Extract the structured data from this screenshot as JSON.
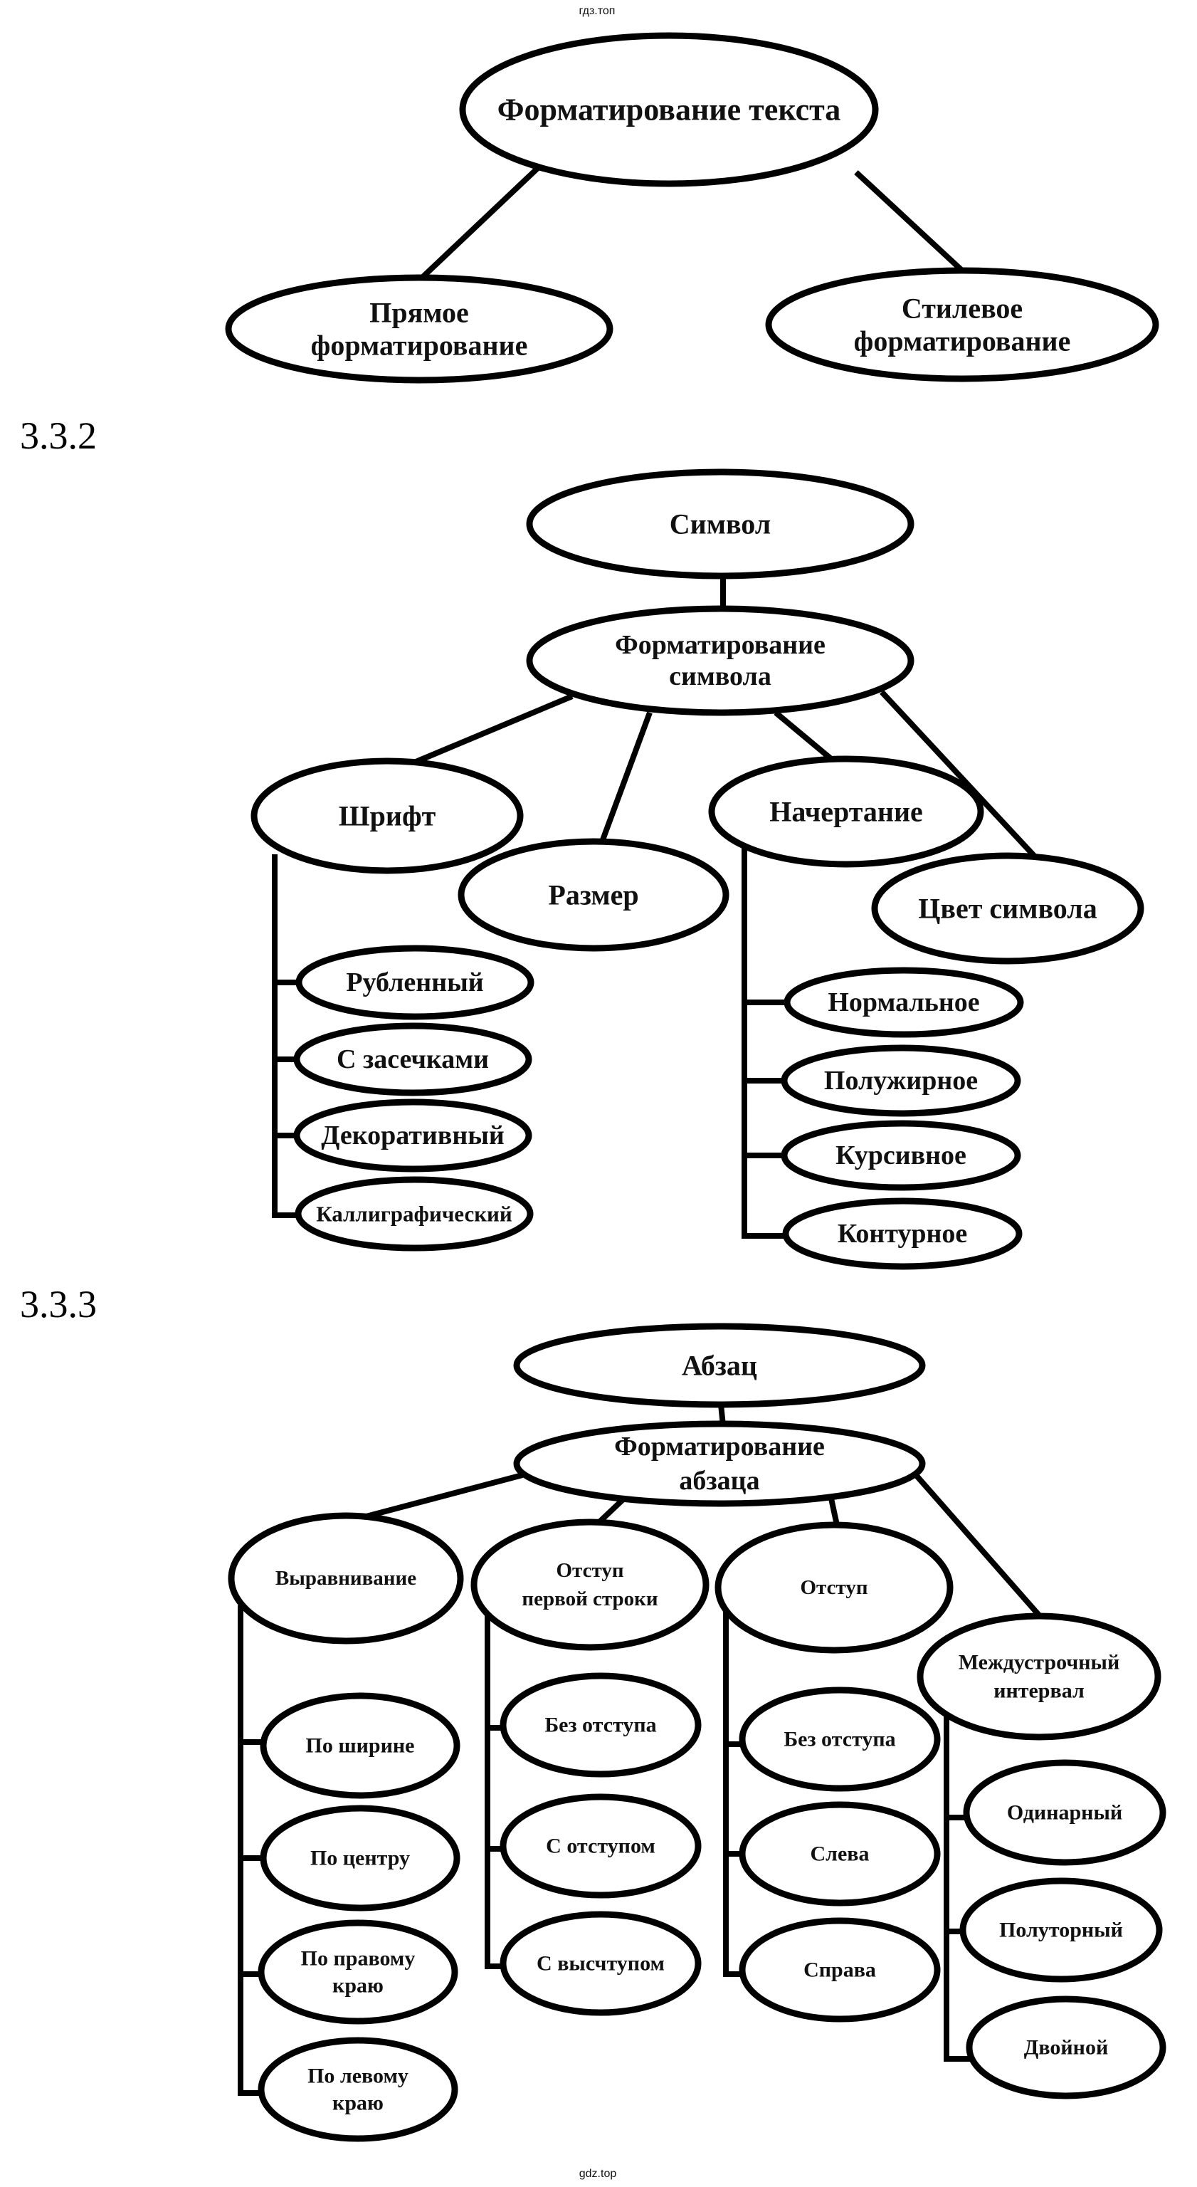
{
  "watermarks": {
    "top": "гдз.топ",
    "bottom": "gdz.top"
  },
  "colors": {
    "stroke": "#000000",
    "background": "#ffffff",
    "text": "#111111"
  },
  "sections": [
    {
      "id": "3.3.1",
      "label": "",
      "root": "Форматирование текста",
      "nodes": [
        {
          "id": "text_fmt",
          "label": [
            "Форматирование текста"
          ]
        },
        {
          "id": "direct",
          "label": [
            "Прямое",
            "форматирование"
          ]
        },
        {
          "id": "style",
          "label": [
            "Стилевое",
            "форматирование"
          ]
        }
      ],
      "edges": [
        [
          "text_fmt",
          "direct"
        ],
        [
          "text_fmt",
          "style"
        ]
      ]
    },
    {
      "id": "3.3.2",
      "label": "3.3.2",
      "nodes": [
        {
          "id": "symbol",
          "label": [
            "Символ"
          ]
        },
        {
          "id": "symbol_fmt",
          "label": [
            "Форматирование",
            "символа"
          ]
        },
        {
          "id": "font",
          "label": [
            "Шрифт"
          ]
        },
        {
          "id": "size",
          "label": [
            "Размер"
          ]
        },
        {
          "id": "typeface",
          "label": [
            "Начертание"
          ]
        },
        {
          "id": "color",
          "label": [
            "Цвет символа"
          ]
        },
        {
          "id": "sans",
          "label": [
            "Рубленный"
          ]
        },
        {
          "id": "serif",
          "label": [
            "С засечками"
          ]
        },
        {
          "id": "decorative",
          "label": [
            "Декоративный"
          ]
        },
        {
          "id": "calligraphic",
          "label": [
            "Каллиграфический"
          ]
        },
        {
          "id": "normal",
          "label": [
            "Нормальное"
          ]
        },
        {
          "id": "bold",
          "label": [
            "Полужирное"
          ]
        },
        {
          "id": "italic",
          "label": [
            "Курсивное"
          ]
        },
        {
          "id": "outline",
          "label": [
            "Контурное"
          ]
        }
      ],
      "edges": [
        [
          "symbol",
          "symbol_fmt"
        ],
        [
          "symbol_fmt",
          "font"
        ],
        [
          "symbol_fmt",
          "size"
        ],
        [
          "symbol_fmt",
          "typeface"
        ],
        [
          "symbol_fmt",
          "color"
        ]
      ],
      "lists": [
        {
          "parent": "font",
          "children": [
            "sans",
            "serif",
            "decorative",
            "calligraphic"
          ]
        },
        {
          "parent": "typeface",
          "children": [
            "normal",
            "bold",
            "italic",
            "outline"
          ]
        }
      ]
    },
    {
      "id": "3.3.3",
      "label": "3.3.3",
      "nodes": [
        {
          "id": "paragraph",
          "label": [
            "Абзац"
          ]
        },
        {
          "id": "paragraph_fmt",
          "label": [
            "Форматирование",
            "абзаца"
          ]
        },
        {
          "id": "alignment",
          "label": [
            "Выравнивание"
          ]
        },
        {
          "id": "first_indent",
          "label": [
            "Отступ",
            "первой строки"
          ]
        },
        {
          "id": "indent",
          "label": [
            "Отступ"
          ]
        },
        {
          "id": "spacing",
          "label": [
            "Междустрочный",
            "интервал"
          ]
        },
        {
          "id": "justify",
          "label": [
            "По ширине"
          ]
        },
        {
          "id": "center",
          "label": [
            "По центру"
          ]
        },
        {
          "id": "right",
          "label": [
            "По правому",
            "краю"
          ]
        },
        {
          "id": "left",
          "label": [
            "По левому",
            "краю"
          ]
        },
        {
          "id": "fi_none",
          "label": [
            "Без отступа"
          ]
        },
        {
          "id": "fi_indent",
          "label": [
            "С отступом"
          ]
        },
        {
          "id": "fi_hanging",
          "label": [
            "С высчтупом"
          ]
        },
        {
          "id": "in_none",
          "label": [
            "Без отступа"
          ]
        },
        {
          "id": "in_left",
          "label": [
            "Слева"
          ]
        },
        {
          "id": "in_right",
          "label": [
            "Справа"
          ]
        },
        {
          "id": "single",
          "label": [
            "Одинарный"
          ]
        },
        {
          "id": "one_half",
          "label": [
            "Полуторный"
          ]
        },
        {
          "id": "double",
          "label": [
            "Двойной"
          ]
        }
      ],
      "edges": [
        [
          "paragraph",
          "paragraph_fmt"
        ],
        [
          "paragraph_fmt",
          "alignment"
        ],
        [
          "paragraph_fmt",
          "first_indent"
        ],
        [
          "paragraph_fmt",
          "indent"
        ],
        [
          "paragraph_fmt",
          "spacing"
        ]
      ],
      "lists": [
        {
          "parent": "alignment",
          "children": [
            "justify",
            "center",
            "right",
            "left"
          ]
        },
        {
          "parent": "first_indent",
          "children": [
            "fi_none",
            "fi_indent",
            "fi_hanging"
          ]
        },
        {
          "parent": "indent",
          "children": [
            "in_none",
            "in_left",
            "in_right"
          ]
        },
        {
          "parent": "spacing",
          "children": [
            "single",
            "one_half",
            "double"
          ]
        }
      ]
    }
  ]
}
